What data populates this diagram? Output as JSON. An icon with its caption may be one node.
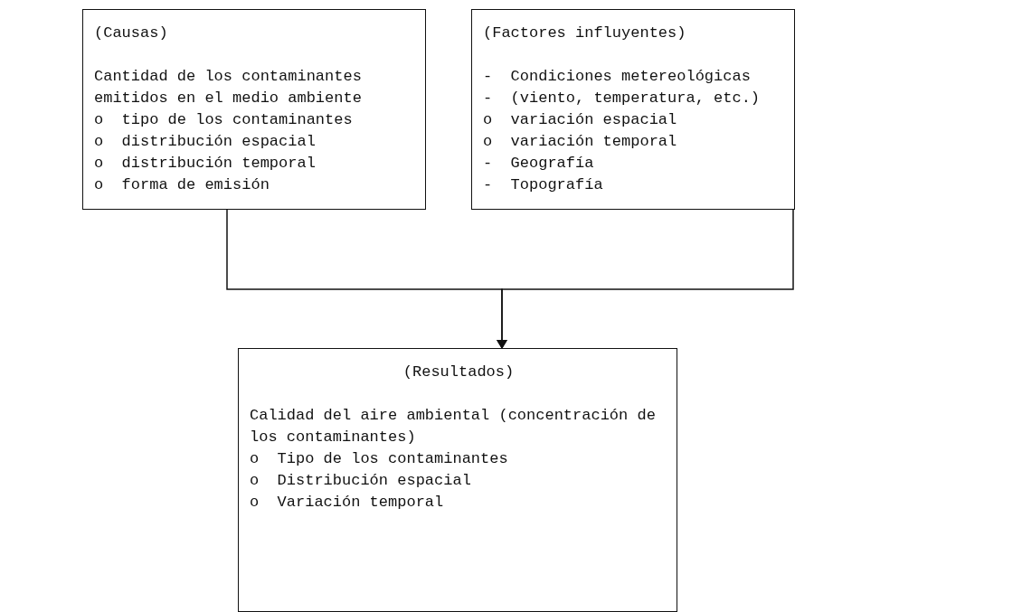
{
  "diagram": {
    "nodes": [
      {
        "text": [
          "(Causas)",
          "Cantidad de los contaminantes emitidos en el medio ambiente",
          "o  tipo de los contaminantes",
          "o  distribución espacial",
          "o  distribución temporal",
          "o  forma de emisión"
        ]
      },
      {
        "text": [
          "(Factores influyentes)",
          "-  Condiciones metereológicas",
          "-  (viento, temperatura, etc.)",
          "o  variación espacial",
          "o  variación temporal",
          "-  Geografía",
          "-  Topografía"
        ]
      },
      {
        "text": [
          "(Resultados)",
          "Calidad del aire ambiental (concentración de los contaminantes)",
          "o  Tipo de los contaminantes",
          "o  Distribución espacial",
          "o  Variación temporal"
        ]
      }
    ],
    "edges": [
      {
        "from": 0,
        "to": 2,
        "arrow": "to"
      },
      {
        "from": 1,
        "to": 2,
        "arrow": "to"
      }
    ]
  }
}
